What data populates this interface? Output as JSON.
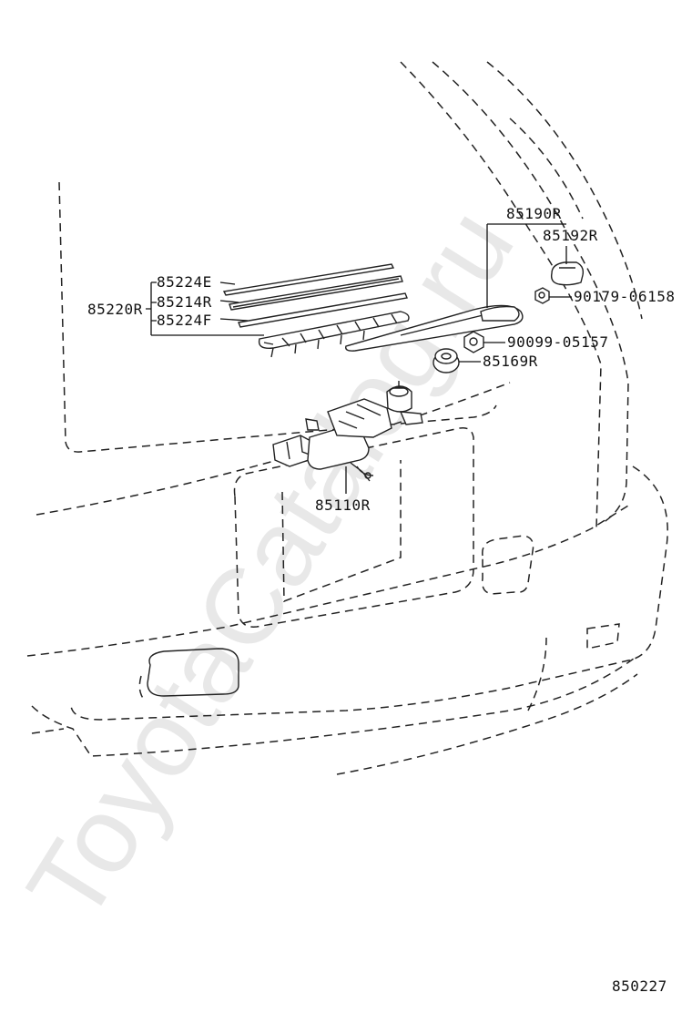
{
  "watermark": "ToyotaCatalog.ru",
  "diagram_id": "850227",
  "parts": {
    "blade_set": "85220R",
    "blade_insert_1": "85224E",
    "blade_insert_2": "85214R",
    "blade_insert_3": "85224F",
    "arm_assy": "85190R",
    "arm_cap": "85192R",
    "nut_upper": "90179-06158",
    "nut_lower": "90099-05157",
    "cushion": "85169R",
    "motor": "85110R"
  }
}
